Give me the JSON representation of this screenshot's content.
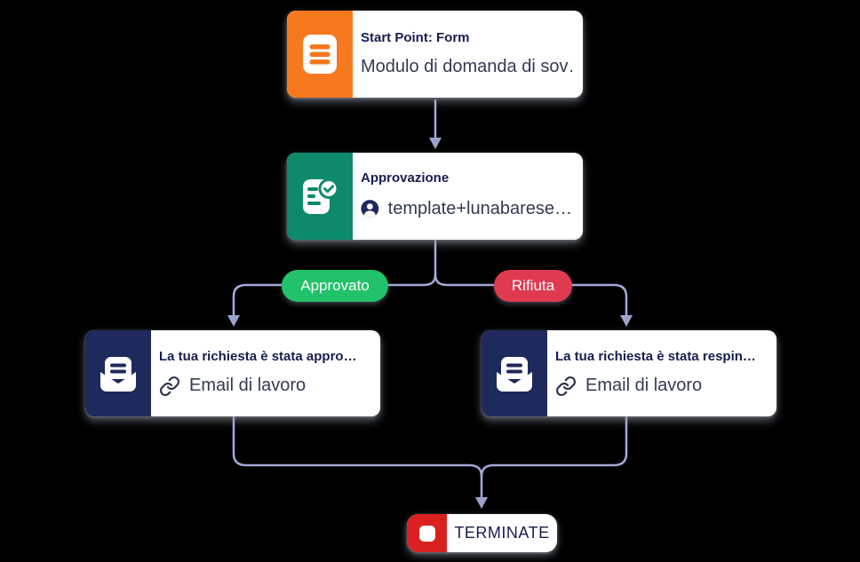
{
  "app": {
    "name": "approval-workflow-diagram"
  },
  "flow": {
    "nodes": {
      "start": {
        "title": "Start Point: Form",
        "subtitle": "Modulo di domanda di sov…",
        "icon": "form-icon",
        "accent": "#F7791F"
      },
      "approval": {
        "title": "Approvazione",
        "assignee": "template+lunabarese…",
        "icon": "approval-check-icon",
        "avatar_icon": "person-avatar-icon",
        "accent": "#0D8A6C"
      },
      "email_approved": {
        "title": "La tua richiesta è stata appro…",
        "recipient": "Email di lavoro",
        "icon": "email-icon",
        "link_icon": "link-icon",
        "accent": "#1E295C"
      },
      "email_rejected": {
        "title": "La tua richiesta è stata respin…",
        "recipient": "Email di lavoro",
        "icon": "email-icon",
        "link_icon": "link-icon",
        "accent": "#1E295C"
      },
      "terminate": {
        "label": "TERMINATE",
        "icon": "stop-icon",
        "accent": "#D92121"
      }
    },
    "branches": {
      "approved": {
        "label": "Approvato",
        "color": "#21C269"
      },
      "rejected": {
        "label": "Rifiuta",
        "color": "#E03A51"
      }
    },
    "connectors": {
      "line_color": "#A3ABD8",
      "arrow_color": "#9AA3CE"
    }
  }
}
